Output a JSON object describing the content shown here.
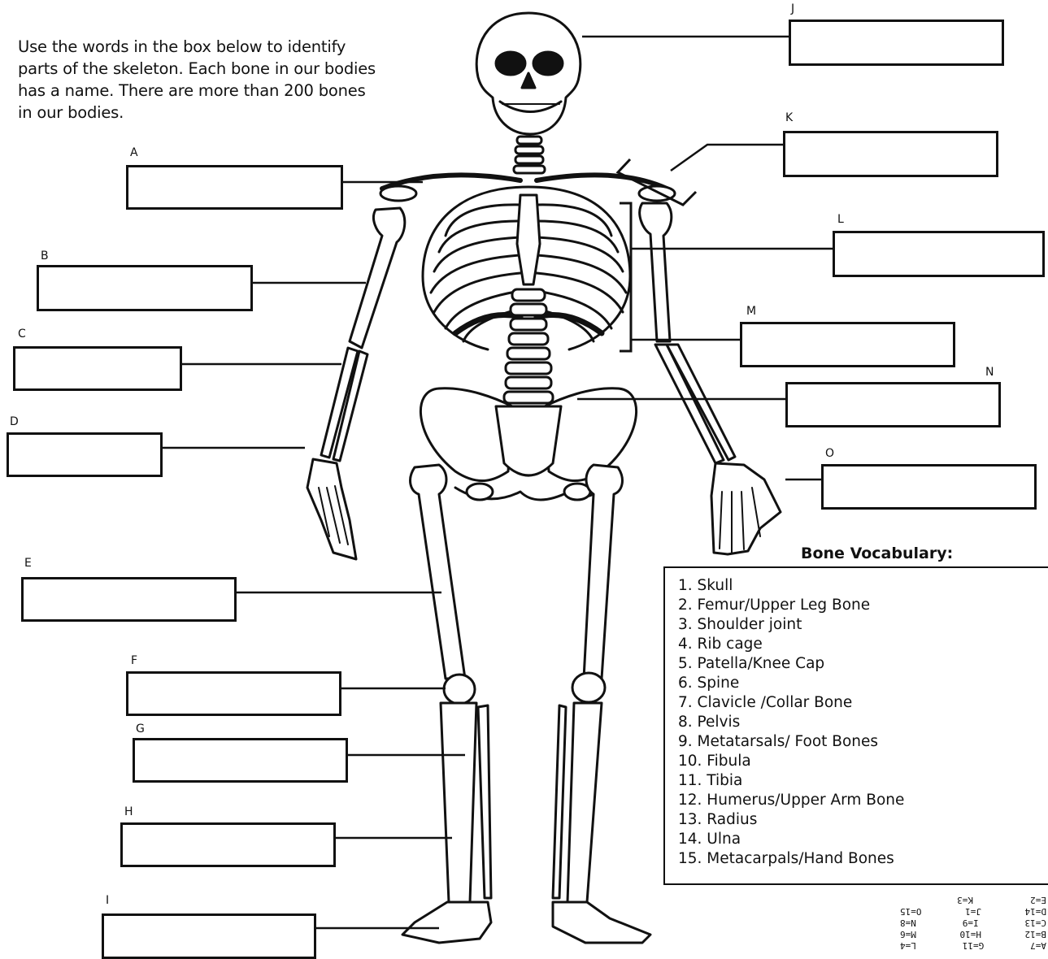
{
  "instructions": [
    "Use the words in the box below to identify",
    "parts of the skeleton. Each bone in our bodies",
    "has a name. There are more than 200 bones",
    "in our bodies."
  ],
  "labels": [
    "A",
    "B",
    "C",
    "D",
    "E",
    "F",
    "G",
    "H",
    "I",
    "J",
    "K",
    "L",
    "M",
    "N",
    "O"
  ],
  "vocabulary": {
    "title": "Bone Vocabulary:",
    "items": [
      "1. Skull",
      "2. Femur/Upper Leg Bone",
      "3. Shoulder joint",
      "4. Rib cage",
      "5. Patella/Knee Cap",
      "6. Spine",
      "7. Clavicle /Collar Bone",
      "8. Pelvis",
      "9. Metatarsals/ Foot Bones",
      "10. Fibula",
      "11. Tibia",
      "12. Humerus/Upper Arm Bone",
      "13. Radius",
      "14. Ulna",
      "15. Metacarpals/Hand Bones"
    ]
  },
  "answer_key": [
    [
      "A=7",
      "G=11",
      "L=4"
    ],
    [
      "B=12",
      "H=10",
      "M=6"
    ],
    [
      "C=13",
      "I=9",
      "N=8"
    ],
    [
      "D=14",
      "J=1",
      "O=15"
    ],
    [
      "E=2",
      "K=3",
      ""
    ]
  ]
}
